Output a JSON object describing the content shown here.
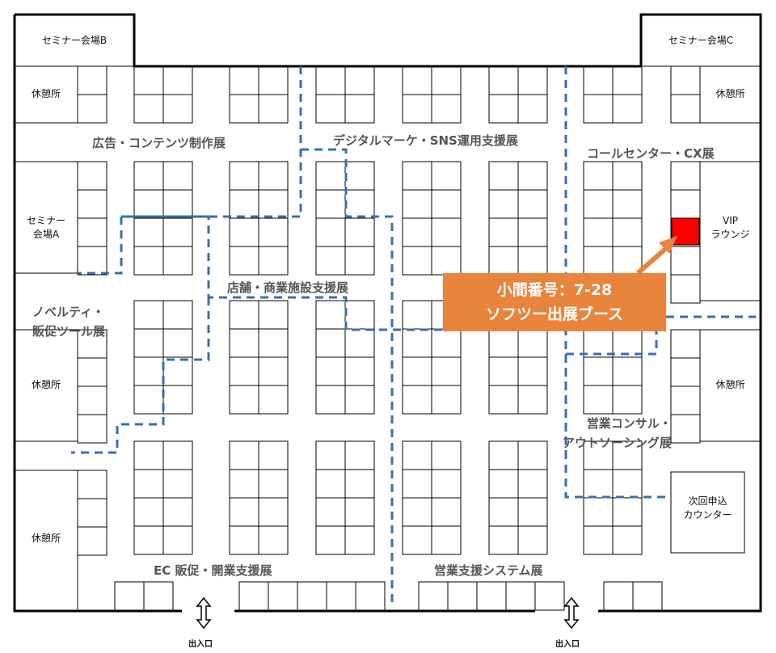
{
  "rooms": {
    "seminar_b": "セミナー会場B",
    "seminar_c": "セミナー会場C",
    "seminar_a_line1": "セミナー",
    "seminar_a_line2": "会場A",
    "rest": "休憩所",
    "vip_line1": "VIP",
    "vip_line2": "ラウンジ",
    "next_counter_line1": "次回申込",
    "next_counter_line2": "カウンター"
  },
  "zones": {
    "ad_content": "広告・コンテンツ制作展",
    "digital_sns": "デジタルマーケ・SNS運用支援展",
    "callcenter_cx": "コールセンター・CX展",
    "store_facility": "店舗・商業施設支援展",
    "novelty_line1": "ノベルティ・",
    "novelty_line2": "販促ツール展",
    "sales_consult_line1": "営業コンサル・",
    "sales_consult_line2": "アウトソーシング展",
    "ec_promo": "EC 販促・開業支援展",
    "sales_system": "営業支援システム展"
  },
  "callout": {
    "line1": "小間番号：7-28",
    "line2": "ソフツー出展ブース"
  },
  "exits": {
    "label": "出入口"
  },
  "colors": {
    "wall": "#000000",
    "route": "#3a6fb0",
    "highlight_booth": "#ff0000",
    "callout_bg": "#e8843c",
    "zone_text": "#555555"
  }
}
